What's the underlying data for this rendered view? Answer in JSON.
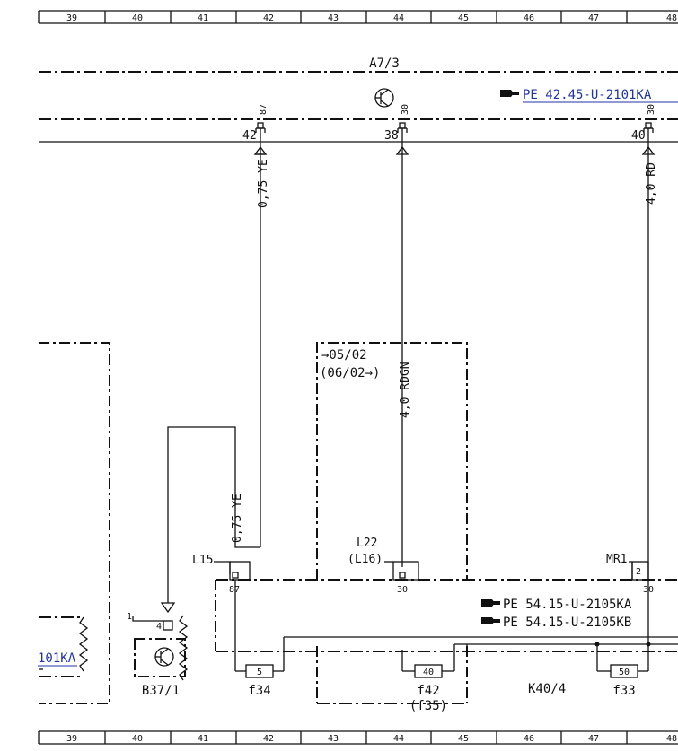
{
  "grid": {
    "columns": [
      "39",
      "40",
      "41",
      "42",
      "43",
      "44",
      "45",
      "46",
      "47",
      "48"
    ]
  },
  "top": {
    "module": "A7/3",
    "ref": "PE 42.45-U-2101KA"
  },
  "pins": {
    "p42": "42",
    "p87": "87",
    "p38": "38",
    "p30a": "30",
    "p40": "40",
    "p30b": "30"
  },
  "wires": {
    "w1": "0,75 YE",
    "w2": "4,0 RD",
    "w3": "4,0 RDGN",
    "w4": "0,75 YE"
  },
  "middle": {
    "date1": "→05/02",
    "date2": "(06/02→)"
  },
  "connectors": {
    "l15": "L15",
    "l22": "L22",
    "l16": "(L16)",
    "mr1": "MR1",
    "mr1pin": "2",
    "k87": "87",
    "k30a": "30",
    "k30b": "30",
    "b4": "4",
    "b1": "1"
  },
  "refs": {
    "kA": "PE 54.15-U-2105KA",
    "kB": "PE 54.15-U-2105KB",
    "left": "101KA"
  },
  "fuses": {
    "f5": "5",
    "f40": "40",
    "f50": "50",
    "f34": "f34",
    "f42": "f42",
    "f35": "(f35)",
    "f33": "f33"
  },
  "components": {
    "b37": "B37/1",
    "k40": "K40/4"
  }
}
